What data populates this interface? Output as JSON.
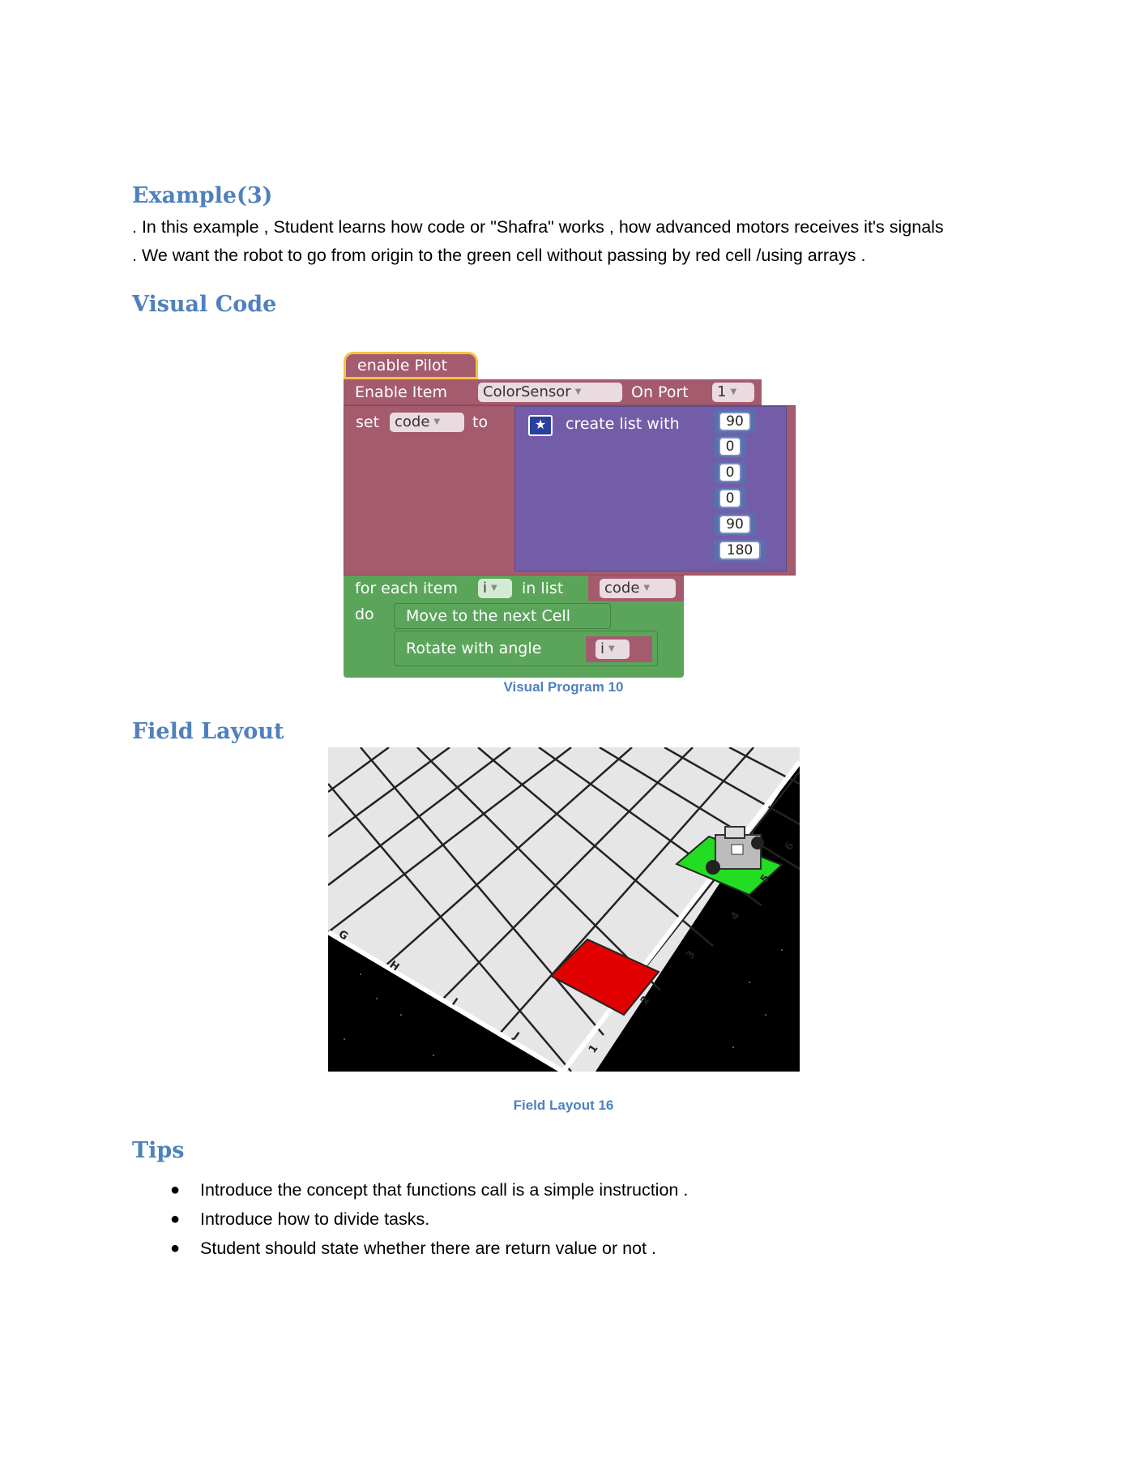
{
  "example": {
    "title": "Example(3)",
    "line1": ". In this example , Student learns how code or \"Shafra\" works , how advanced motors receives it's signals",
    "line2": ". We want the robot to go from origin to the green cell without passing by red cell /using arrays ."
  },
  "visual_code": {
    "title": "Visual Code",
    "caption": "Visual Program 10",
    "blocks": {
      "enable_pilot": "enable Pilot",
      "enable_item": "Enable Item",
      "sensor": "ColorSensor",
      "on_port": "On Port",
      "port": "1",
      "set": "set",
      "var": "code",
      "to": "to",
      "create_list": "create list with",
      "values": [
        "90",
        "0",
        "0",
        "0",
        "90",
        "180"
      ],
      "for_each": "for each item",
      "loop_var": "i",
      "in_list": "in list",
      "list_var": "code",
      "do": "do",
      "move": "Move to the next Cell",
      "rotate": "Rotate with angle",
      "rotate_var": "i"
    }
  },
  "field_layout": {
    "title": "Field Layout",
    "caption": "Field Layout 16",
    "row_labels": [
      "G",
      "H",
      "I",
      "J"
    ],
    "col_labels": [
      "1",
      "2",
      "3",
      "4",
      "5",
      "6"
    ]
  },
  "tips": {
    "title": "Tips",
    "items": [
      "Introduce the concept that functions call is a simple instruction .",
      "Introduce how to divide tasks.",
      "Student should state whether there are return value or not  ."
    ]
  }
}
